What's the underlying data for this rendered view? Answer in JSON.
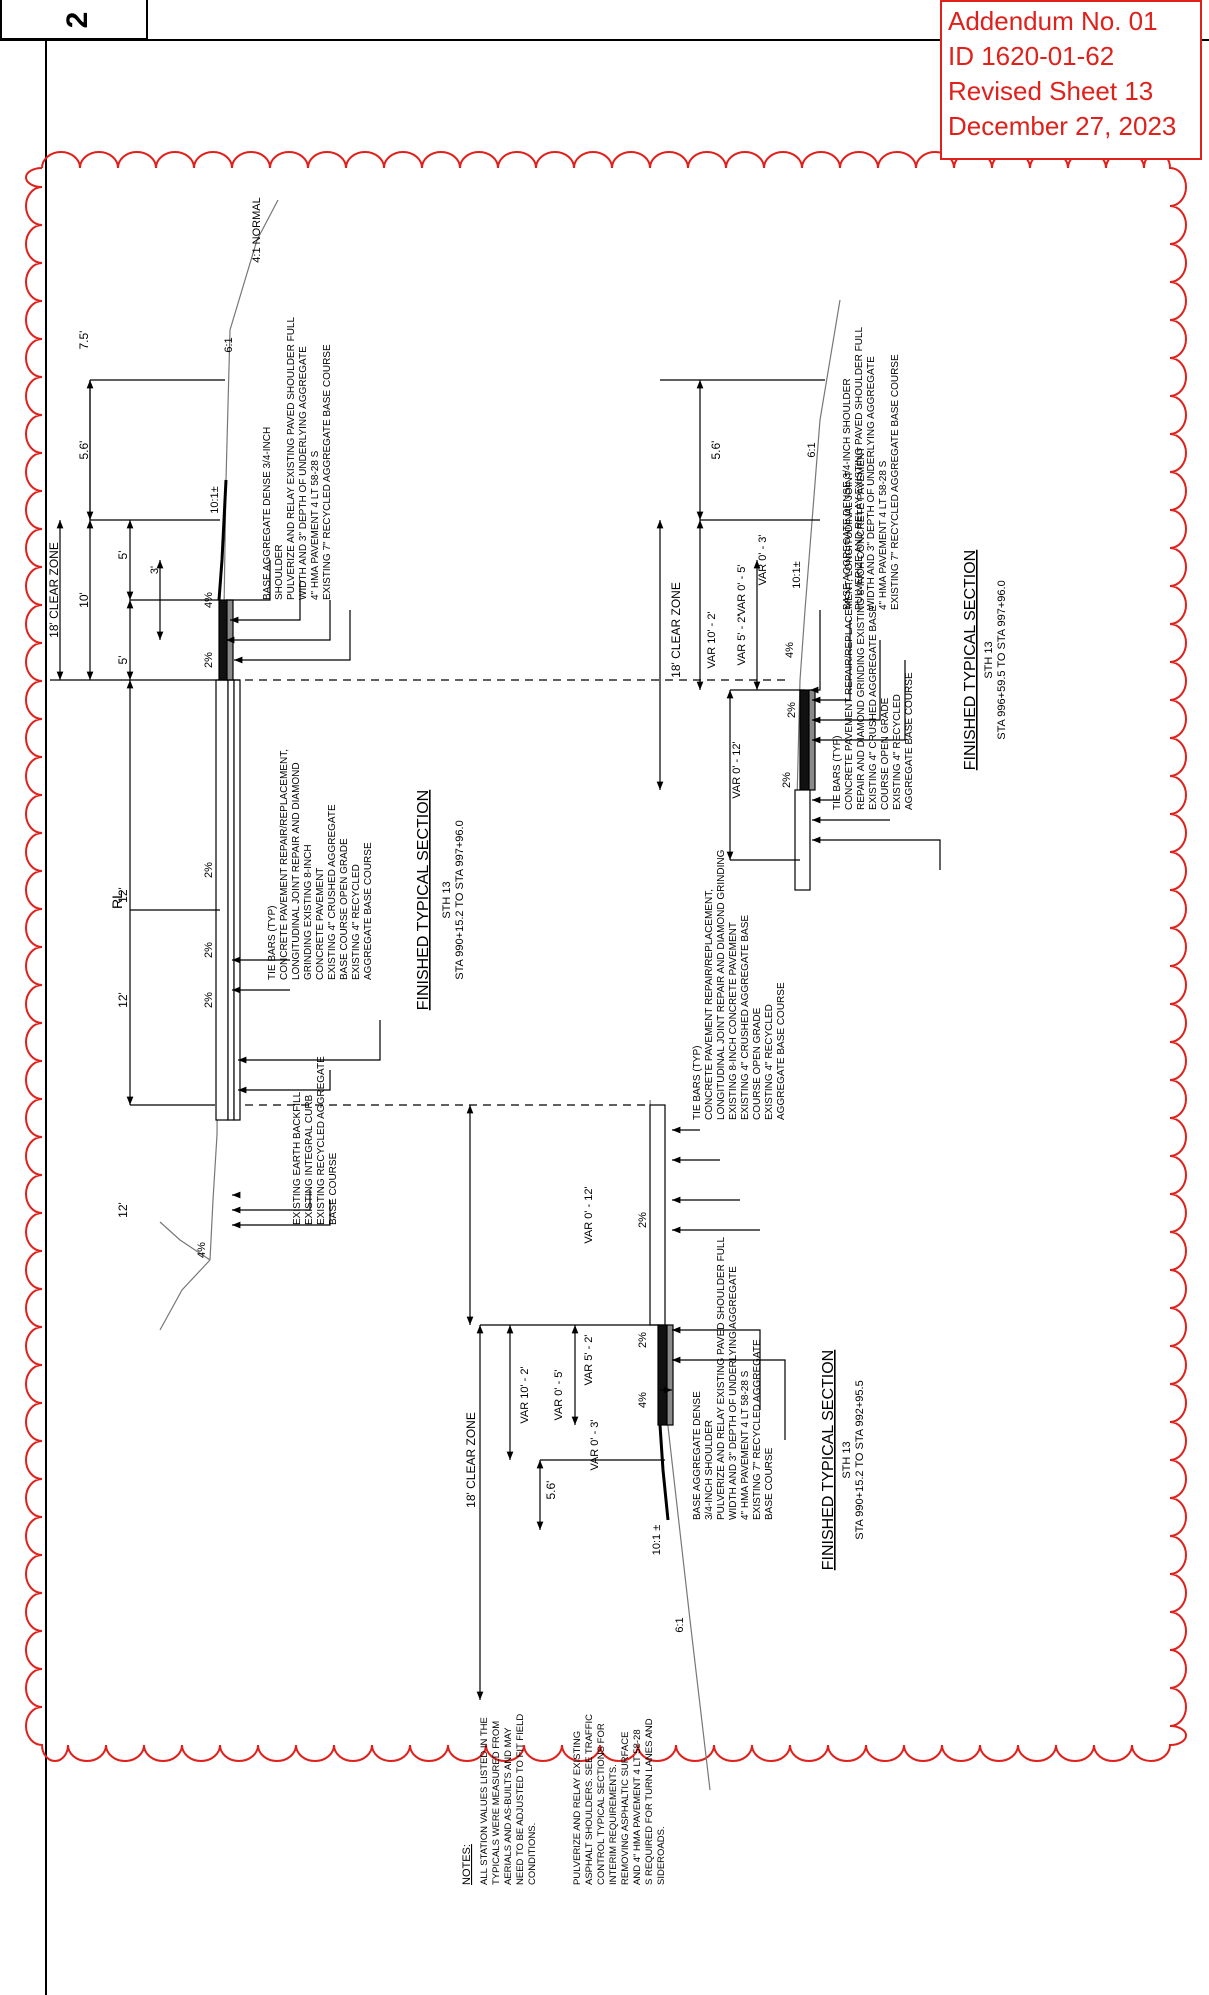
{
  "sheet_number": "2",
  "addendum": {
    "lines": [
      "Addendum No. 01",
      "ID 1620-01-62",
      "Revised Sheet 13",
      "December 27, 2023"
    ]
  },
  "colors": {
    "revision": "#e0201b",
    "ink": "#000000",
    "fill": "#8a8a8a"
  },
  "notes": {
    "title": "NOTES:",
    "note1": [
      "ALL STATION VALUES LISTED IN THE",
      "TYPICALS WERE MEASURED FROM",
      "AERIALS AND AS-BUILTS AND MAY",
      "NEED TO BE ADJUSTED TO FIT FIELD",
      "CONDITIONS."
    ],
    "note2": [
      "PULVERIZE AND RELAY EXISTING",
      "ASPHALT SHOULDERS. SEE TRAFFIC",
      "CONTROL TYPICAL SECTIONS FOR",
      "INTERIM REQUIREMENTS.",
      "REMOVING ASPHALTIC SURFACE",
      "AND 4\" HMA PAVEMENT 4 LT 58-28",
      "S REQUIRED FOR TURN LANES AND",
      "SIDEROADS."
    ]
  },
  "section_main": {
    "title": "FINISHED TYPICAL SECTION",
    "route": "STH 13",
    "stations": "STA 990+15.2 TO STA 997+96.0",
    "rl": "RL",
    "dims": [
      "12'",
      "12'",
      "12'",
      "5'",
      "10'",
      "5'",
      "3'",
      "5'",
      "5.6'",
      "7.5'"
    ],
    "clear_zone": "18' CLEAR ZONE",
    "slopes": [
      "2%",
      "2%",
      "2%",
      "2%",
      "4%",
      "4%"
    ],
    "ratios": [
      "10:1±",
      "6:1",
      "4:1 NORMAL"
    ],
    "callouts_left": [
      "EXISTING EARTH BACKFILL",
      "EXISTING INTEGRAL CURB",
      "EXISTING RECYCLED AGGREGATE",
      "BASE COURSE"
    ],
    "callouts_center": [
      "TIE BARS (TYP)",
      "CONCRETE PAVEMENT REPAIR/REPLACEMENT,",
      "LONGITUDINAL JOINT REPAIR AND DIAMOND",
      "GRINDING EXISTING 8-INCH",
      "CONCRETE PAVEMENT",
      "EXISTING 4\" CRUSHED AGGREGATE",
      "BASE COURSE OPEN GRADE",
      "EXISTING 4\" RECYCLED",
      "AGGREGATE BASE COURSE"
    ],
    "callouts_right": [
      "BASE AGGREGATE DENSE 3/4-INCH",
      "SHOULDER",
      "PULVERIZE AND RELAY EXISTING PAVED SHOULDER FULL",
      "WIDTH AND 3\" DEPTH OF UNDERLYING AGGREGATE",
      "4\" HMA PAVEMENT 4 LT 58-28 S",
      "EXISTING 7\" RECYCLED  AGGREGATE BASE COURSE"
    ]
  },
  "section_right": {
    "title": "FINISHED TYPICAL SECTION",
    "route": "STH 13",
    "stations": "STA 996+59.5 TO STA 997+96.0",
    "clear_zone": "18' CLEAR ZONE",
    "dims": [
      "VAR 0' - 12'",
      "VAR 10' - 2'",
      "VAR 5' - 2'",
      "VAR 0' - 5'",
      "VAR 0' - 3'",
      "5.6'"
    ],
    "slopes": [
      "2%",
      "2%",
      "4%"
    ],
    "ratios": [
      "10:1±",
      "6:1"
    ],
    "callouts": [
      "BASE AGGREGATE DENSE 3/4-INCH SHOULDER",
      "PULVERIZE AND RELAY EXISTING PAVED SHOULDER FULL",
      "WIDTH AND 3\" DEPTH OF UNDERLYING AGGREGATE",
      "4\" HMA PAVEMENT 4 LT 58-28 S",
      "EXISTING 7\" RECYCLED  AGGREGATE BASE COURSE"
    ],
    "callouts_low": [
      "TIE BARS (TYP)",
      "CONCRETE PAVEMENT REPAIR/REPLACEMENT, LONGITUDINAL JOINT",
      "REPAIR AND DIAMOND GRINDING EXISTING 8-INCH CONCRETE PAVEMENT",
      "EXISTING 4\" CRUSHED AGGREGATE BASE",
      "COURSE OPEN GRADE",
      "EXISTING 4\" RECYCLED",
      "AGGREGATE BASE COURSE"
    ]
  },
  "section_lower": {
    "title": "FINISHED TYPICAL SECTION",
    "route": "STH 13",
    "stations": "STA 990+15.2 TO STA 992+95.5",
    "clear_zone": "18' CLEAR ZONE",
    "dims": [
      "VAR 0' - 12'",
      "VAR 5' - 2'",
      "VAR 10' - 2'",
      "VAR 0' - 5'",
      "VAR 0' - 3'",
      "5.6'"
    ],
    "slopes": [
      "2%",
      "2%",
      "4%"
    ],
    "ratios": [
      "10:1 ±",
      "6:1"
    ],
    "callouts_top": [
      "TIE BARS (TYP)",
      "CONCRETE PAVEMENT REPAIR/REPLACEMENT,",
      "LONGITUDINAL JOINT REPAIR AND DIAMOND GRINDING",
      "EXISTING 8-INCH CONCRETE PAVEMENT",
      "EXISTING 4\" CRUSHED AGGREGATE BASE",
      "COURSE OPEN GRADE",
      "EXISTING 4\" RECYCLED",
      "AGGREGATE BASE COURSE"
    ],
    "callouts_bottom": [
      "BASE AGGREGATE DENSE",
      "3/4-INCH SHOULDER",
      "PULVERIZE AND RELAY EXISTING PAVED SHOULDER FULL",
      "WIDTH AND 3\" DEPTH OF UNDERLYING AGGREGATE",
      "4\" HMA PAVEMENT 4 LT 58-28 S",
      "EXISTING 7\" RECYCLED  AGGREGATE",
      "BASE COURSE"
    ]
  }
}
